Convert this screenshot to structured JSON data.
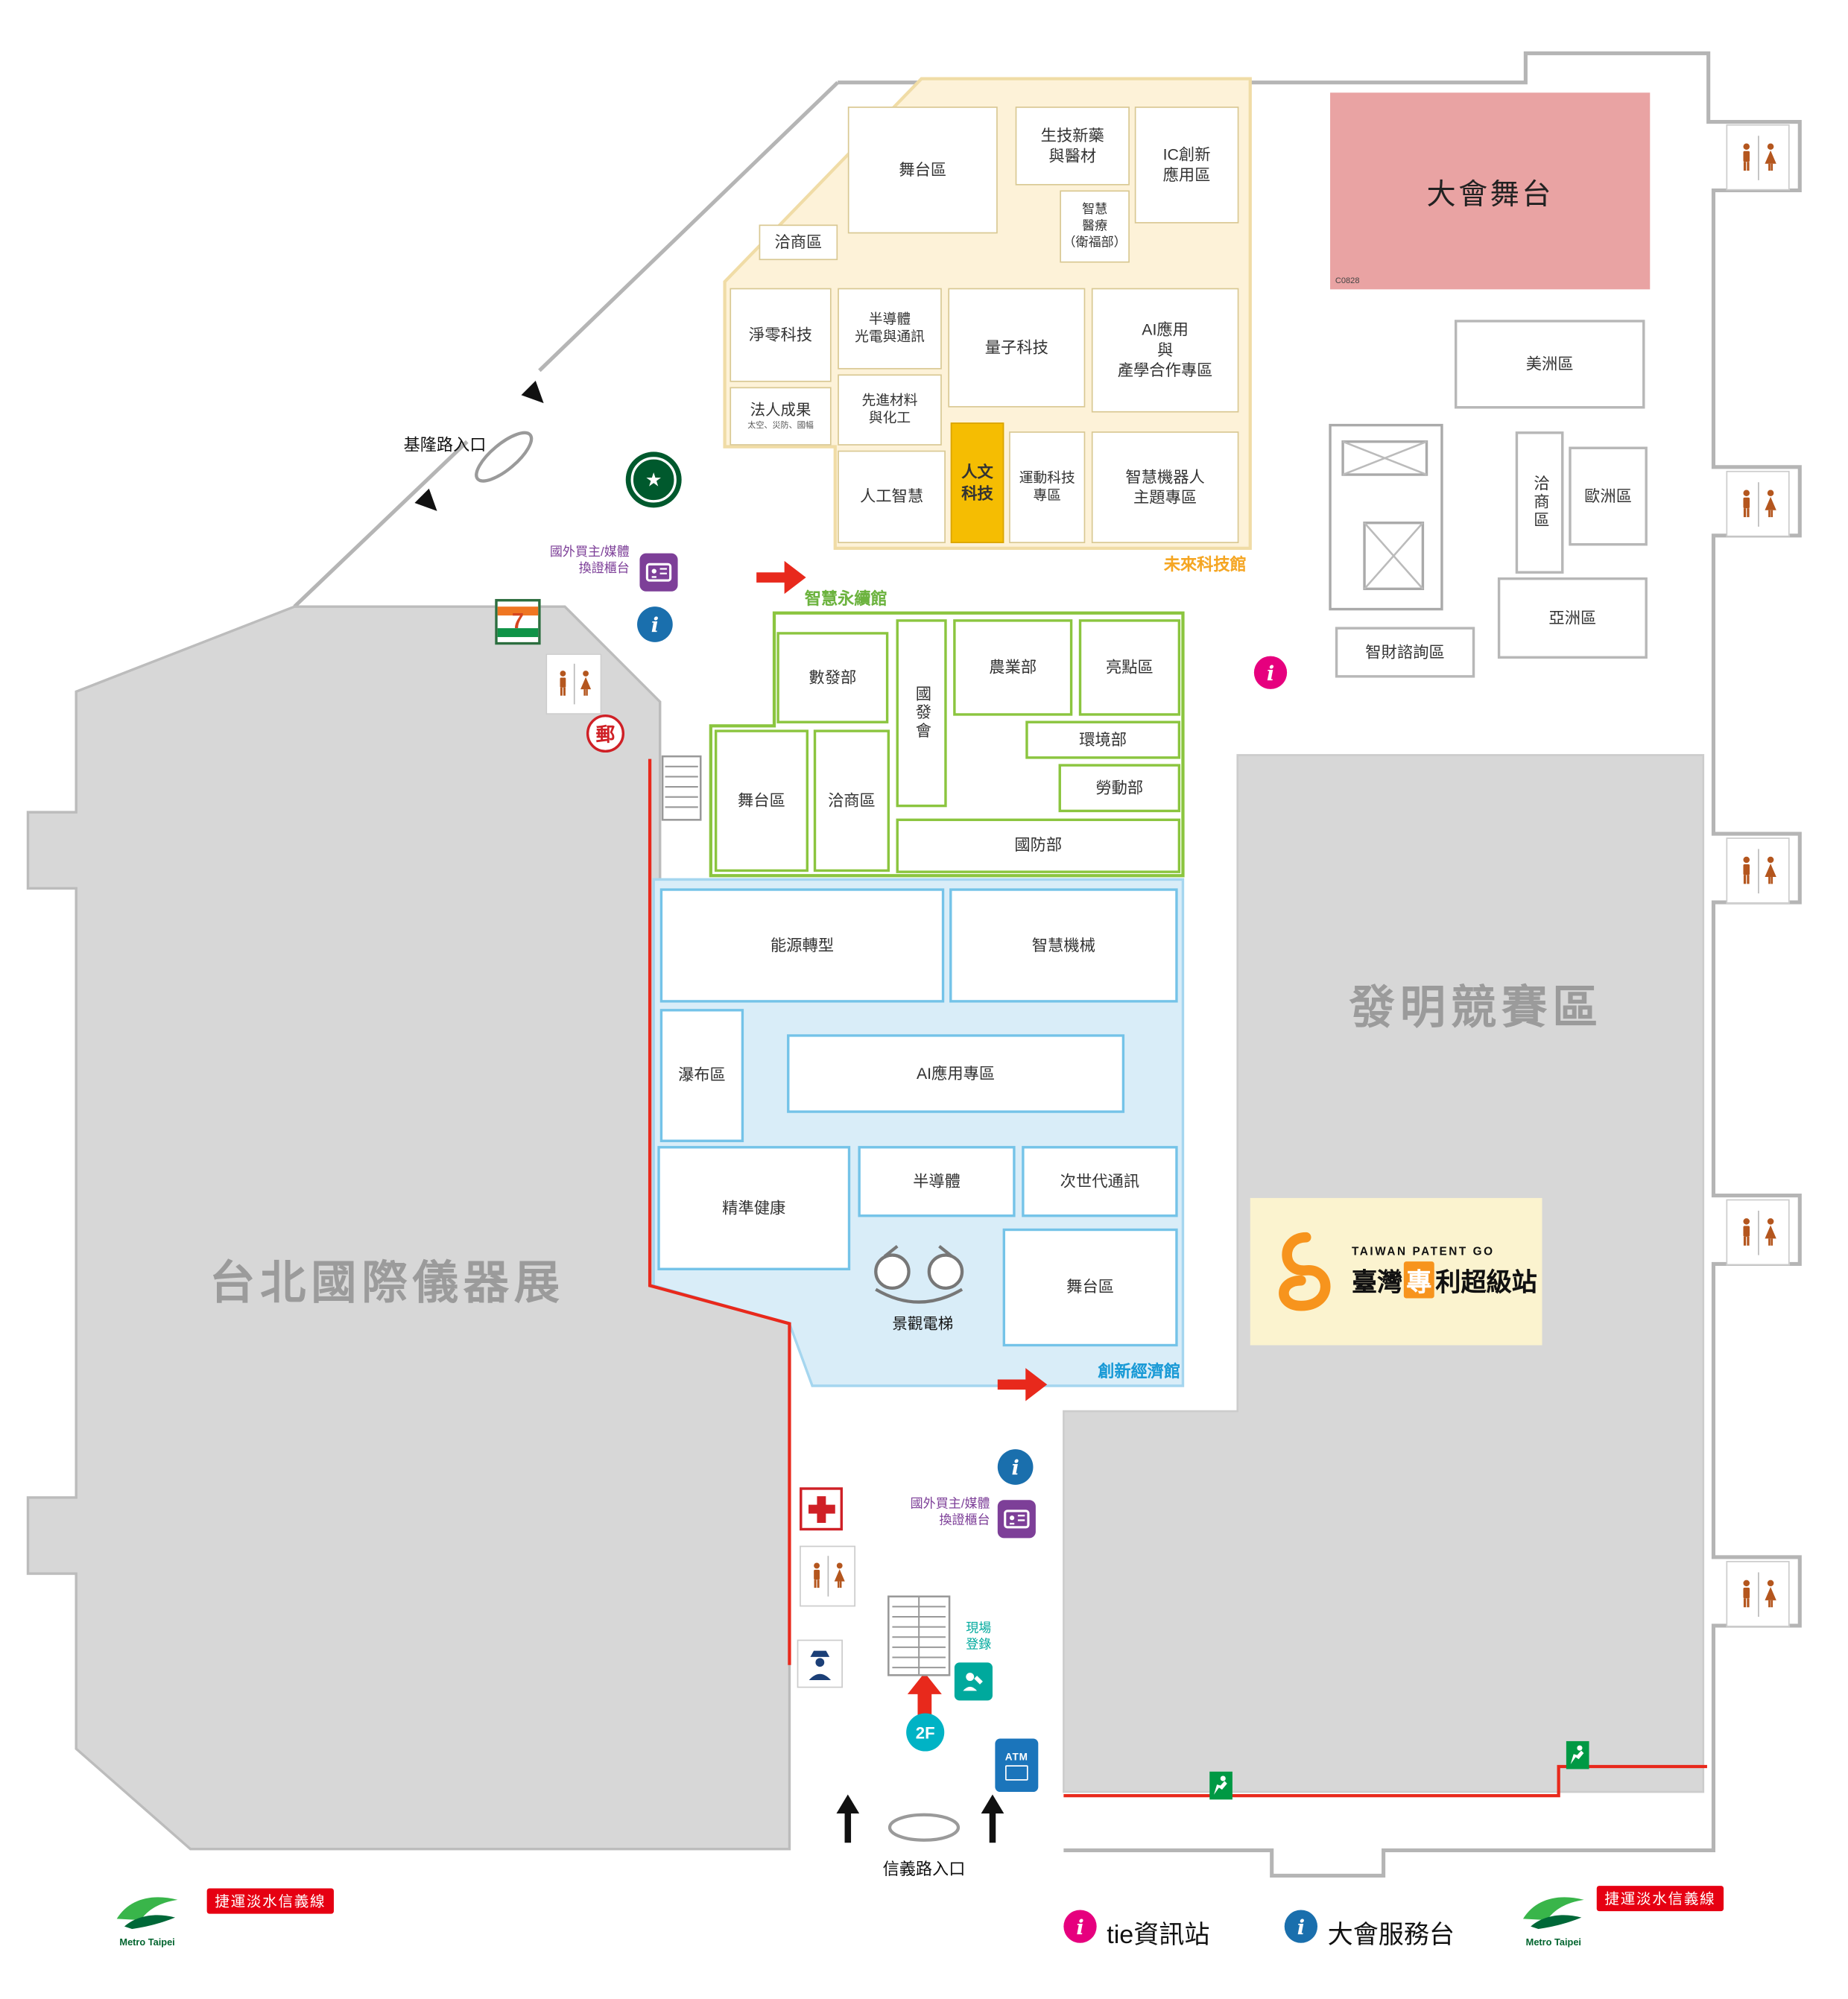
{
  "pavilions": {
    "future_tech": {
      "label": "未來科技館",
      "rooms": [
        "舞台區",
        "洽商區",
        "生技新藥\n與醫材",
        "IC創新\n應用區",
        "智慧\n醫療\n（衛福部）",
        "淨零科技",
        "半導體\n光電與通訊",
        "量子科技",
        "AI應用\n與\n產學合作專區",
        "先進材料\n與化工",
        "人工智慧",
        "人文\n科技",
        "運動科技\n專區",
        "智慧機器人\n主題專區"
      ],
      "corporate_room": {
        "main": "法人成果",
        "sub": "太空、災防、國幅"
      }
    },
    "sustainable": {
      "label": "智慧永續館",
      "rooms": [
        "數發部",
        "國發會",
        "農業部",
        "亮點區",
        "環境部",
        "勞動部",
        "國防部",
        "舞台區",
        "洽商區"
      ]
    },
    "innovation": {
      "label": "創新經濟館",
      "rooms": [
        "能源轉型",
        "智慧機械",
        "瀑布區",
        "AI應用專區",
        "精準健康",
        "半導體",
        "次世代通訊",
        "舞台區"
      ],
      "scenic_elevator": "景觀電梯"
    },
    "international": {
      "rooms": [
        "美洲區",
        "洽商區",
        "歐洲區",
        "亞洲區",
        "智財諮詢區"
      ]
    }
  },
  "areas": {
    "main_stage": "大會舞台",
    "main_stage_code": "C0828",
    "instrument_show": "台北國際儀器展",
    "invention_zone": "發明競賽區"
  },
  "entrances": {
    "keelung": "基隆路入口",
    "xinyi": "信義路入口"
  },
  "counters": {
    "badge_exchange": "國外買主/媒體\n換證櫃台",
    "onsite_reg": "現場\n登錄"
  },
  "labels": {
    "floor": "2F",
    "atm": "ATM"
  },
  "patent": {
    "eng": "TAIWAN PATENT GO",
    "t1": "臺灣",
    "t2": "專",
    "t3": "利超級站"
  },
  "legend": {
    "tie_info": "tie資訊站",
    "service_desk": "大會服務台"
  },
  "transit": {
    "line": "捷運淡水信義線",
    "metro": "Metro Taipei"
  },
  "icons": {
    "seven_eleven": "7",
    "post": "郵"
  },
  "colors": {
    "stage_pink": "#e9a3a3",
    "future_cream": "#fdf2d8",
    "green_zone": "#8bc53f",
    "blue_zone": "#74c3e8",
    "gray_area": "#d7d7d7",
    "accent_red": "#e8291c",
    "tie_pink": "#e6007e",
    "service_blue": "#1a6fad",
    "badge_purple": "#7d3f98",
    "wc_orange": "#b4561e"
  }
}
